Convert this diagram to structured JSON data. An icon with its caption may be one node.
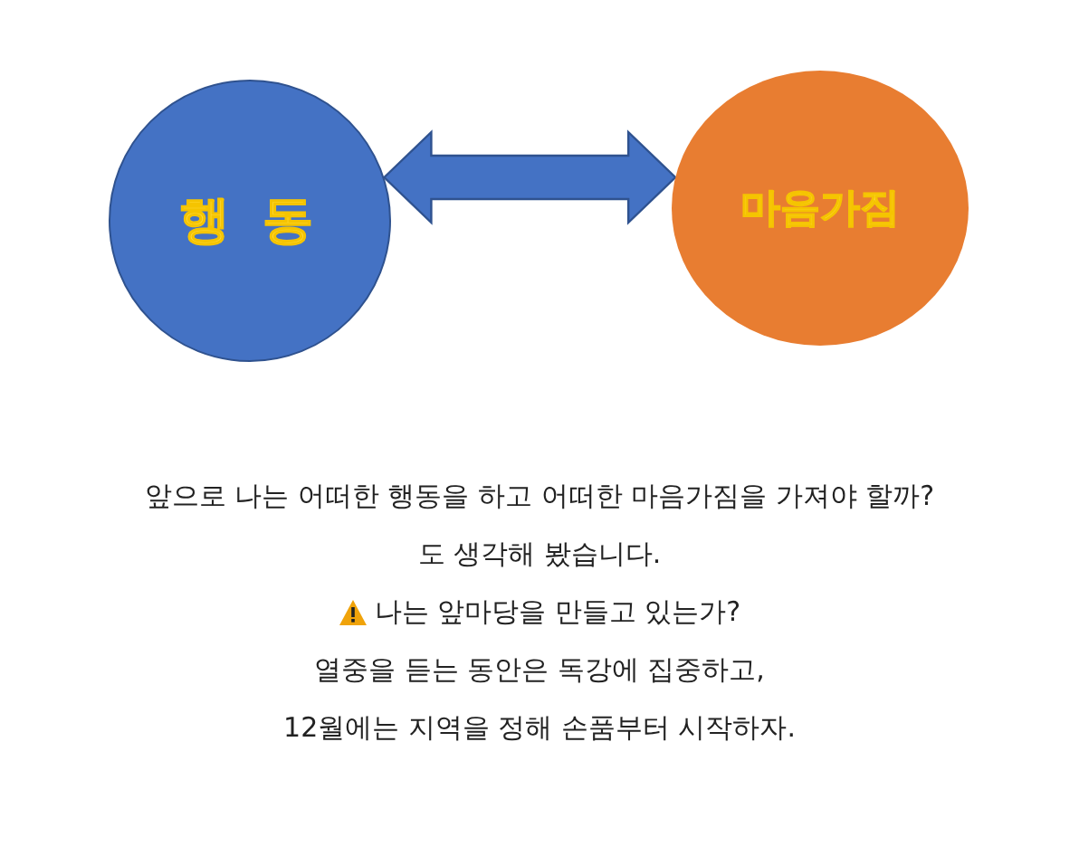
{
  "diagram": {
    "nodes": [
      {
        "text": [
          "행 동"
        ]
      },
      {
        "text": [
          "마음가짐"
        ]
      }
    ],
    "edges": [
      {
        "from": 0,
        "to": 1,
        "arrow": "both",
        "style": "thick",
        "color": "#4472c4"
      }
    ],
    "labels": [
      "앞으로 나는 어떠한 행동을 하고 어떠한 마음가짐을 가져야 할까?",
      "도 생각해 봤습니다.",
      "나는 앞마당을 만들고 있는가?",
      "열중을 듣는 동안은 독강에 집중하고,",
      "12월에는 지역을 정해 손품부터 시작하자."
    ]
  }
}
